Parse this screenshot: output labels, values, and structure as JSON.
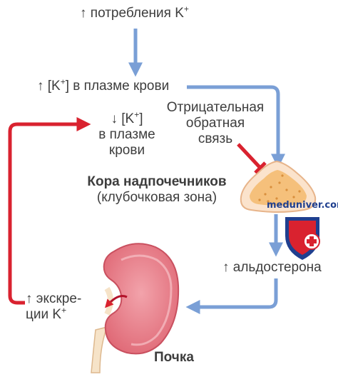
{
  "labels": {
    "intake": "↑ потребления K",
    "intake_sup": "+",
    "plasma_up_pre": "↑ [K",
    "plasma_up_sup": "+",
    "plasma_up_post": "] в плазме крови",
    "plasma_down_line1_pre": "↓ [K",
    "plasma_down_sup": "+",
    "plasma_down_line1_post": "]",
    "plasma_down_line2": "в плазме",
    "plasma_down_line3": "крови",
    "feedback_line1": "Отрицательная",
    "feedback_line2": "обратная",
    "feedback_line3": "связь",
    "adrenal_title": "Кора надпочечников",
    "adrenal_zone": "(клубочковая зона)",
    "aldosterone": "↑ альдостерона",
    "excretion_line1": "↑ экскре-",
    "excretion_line2_pre": "ции K",
    "excretion_sup": "+",
    "kidney": "Почка"
  },
  "watermark": "meduniver.com",
  "colors": {
    "blue_arrow": "#7a9fd6",
    "red_arrow": "#d9222f",
    "kidney_fill": "#e77f8a",
    "adrenal_fill": "#f5c07b",
    "shield_blue": "#1f3f8f",
    "shield_red": "#d9222f"
  }
}
